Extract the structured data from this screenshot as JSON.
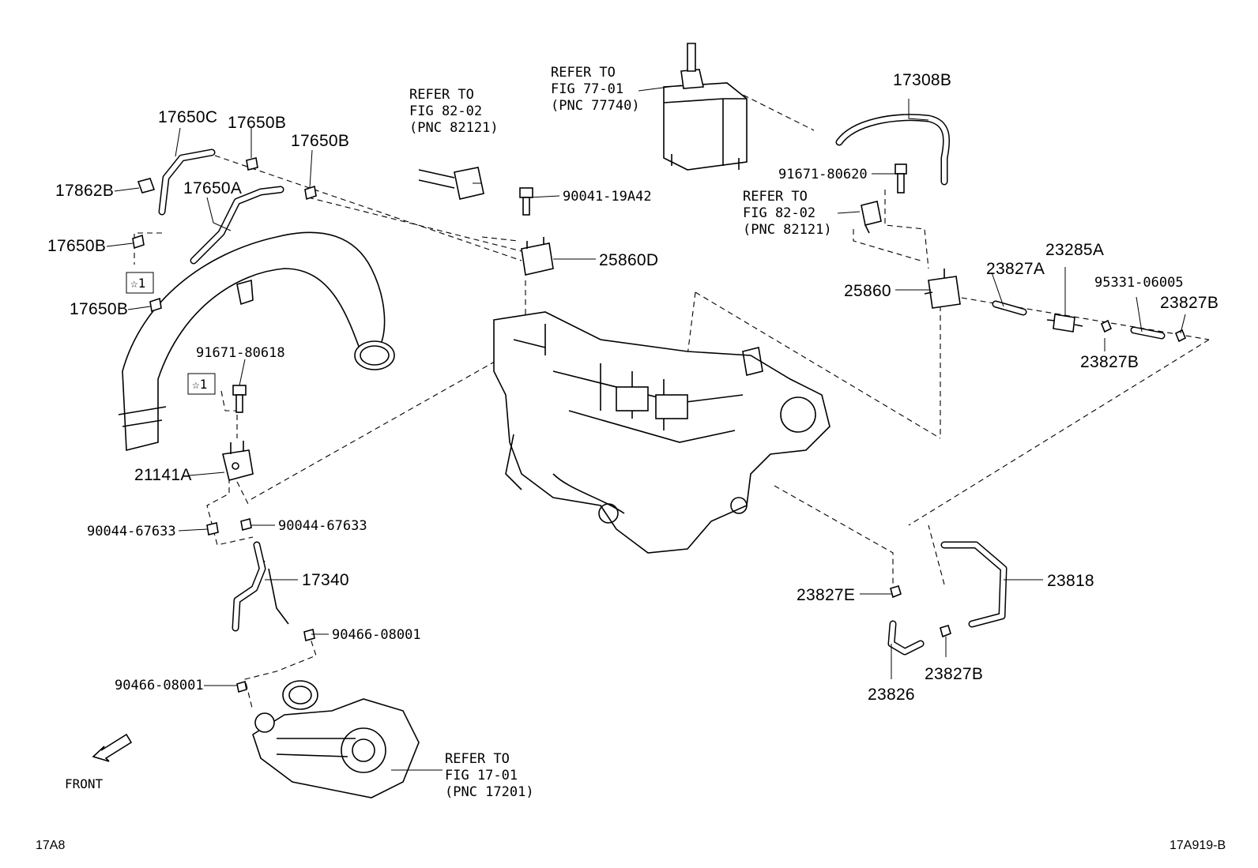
{
  "labels": {
    "p17650C": "17650C",
    "p17650B_top": "17650B",
    "p17650B_mid": "17650B",
    "p17862B": "17862B",
    "p17650A": "17650A",
    "p17650B_left": "17650B",
    "p17650B_low": "17650B",
    "star1_a": "☆1",
    "star1_b": "☆1",
    "p91671_80618": "91671-80618",
    "p21141A": "21141A",
    "p90044_left": "90044-67633",
    "p90044_right": "90044-67633",
    "p17340": "17340",
    "p90466_right": "90466-08001",
    "p90466_left": "90466-08001",
    "front": "FRONT",
    "code_left": "17A8",
    "code_right": "17A919-B",
    "p90041": "90041-19A42",
    "p25860D": "25860D",
    "p17308B": "17308B",
    "p91671_80620": "91671-80620",
    "p25860": "25860",
    "p23827A": "23827A",
    "p23285A": "23285A",
    "p95331": "95331-06005",
    "p23827B_right": "23827B",
    "p23827B_mid": "23827B",
    "p23818": "23818",
    "p23827E": "23827E",
    "p23826": "23826",
    "p23827B_low": "23827B"
  },
  "refs": {
    "ref_82_02_a": [
      "REFER TO",
      "FIG 82-02",
      "(PNC 82121)"
    ],
    "ref_77_01": [
      "REFER TO",
      "FIG 77-01",
      "(PNC 77740)"
    ],
    "ref_82_02_b": [
      "REFER TO",
      "FIG 82-02",
      "(PNC 82121)"
    ],
    "ref_17_01": [
      "REFER TO",
      "FIG 17-01",
      "(PNC 17201)"
    ]
  }
}
